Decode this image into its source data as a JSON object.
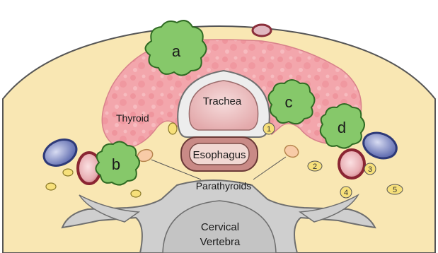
{
  "structures": {
    "trachea": "Trachea",
    "esophagus": "Esophagus",
    "thyroid": "Thyroid",
    "parathyroids": "Parathyroids",
    "vertebra_line1": "Cervical",
    "vertebra_line2": "Vertebra"
  },
  "masses": [
    {
      "label": "a"
    },
    {
      "label": "b"
    },
    {
      "label": "c"
    },
    {
      "label": "d"
    }
  ],
  "numbered_sites": [
    "1",
    "2",
    "3",
    "4",
    "5"
  ],
  "colors": {
    "background": "#f9e7b3",
    "thyroid": "#f3a6ac",
    "mass": "#86c86a",
    "mass_outline": "#2f6b23",
    "trachea": "#ecc3c3",
    "vertebra": "#c9c9c9",
    "artery": "#a33a44",
    "vein": "#4f5fa8",
    "parathyroid": "#f8cba7"
  }
}
